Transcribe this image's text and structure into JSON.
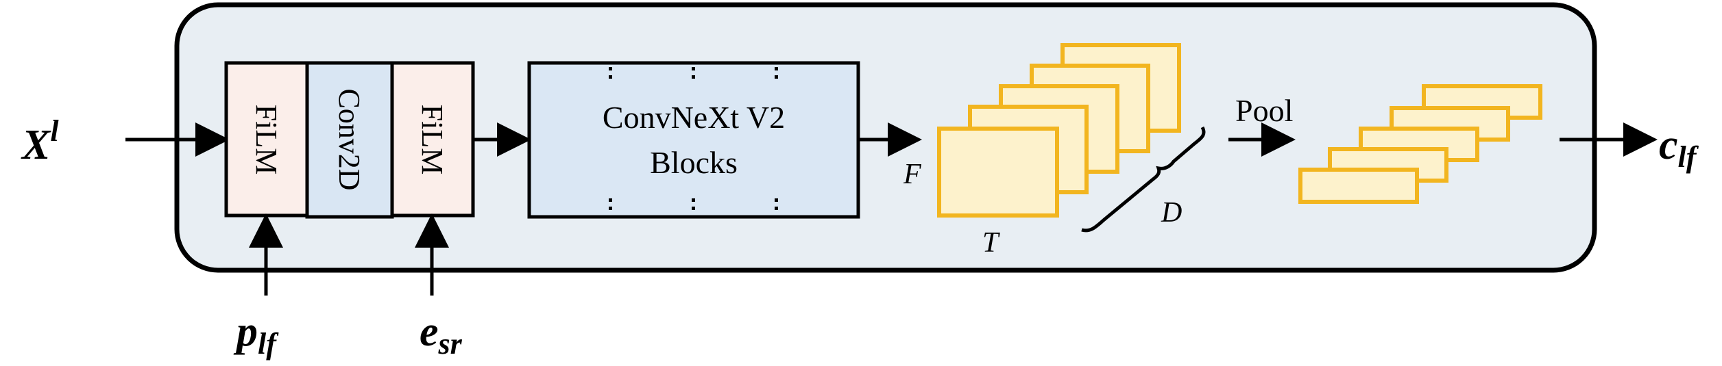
{
  "colors": {
    "outline": "#000000",
    "panel_fill": "#e8eef3",
    "film_fill": "#fbeeea",
    "conv_fill": "#d9e6f3",
    "convnext_fill": "#dae7f4",
    "feature_stroke": "#f2b51f",
    "feature_fill": "#fdf2cc"
  },
  "inputs": {
    "x_base": "X",
    "x_sup": "l",
    "p_base": "p",
    "p_sub": "lf",
    "e_base": "e",
    "e_sub": "sr"
  },
  "blocks": {
    "film1": "FiLM",
    "conv2d": "Conv2D",
    "film2": "FiLM",
    "convnext_line1": "ConvNeXt V2",
    "convnext_line2": "Blocks"
  },
  "dims": {
    "f": "F",
    "t": "T",
    "d": "D"
  },
  "pool_label": "Pool",
  "output": {
    "c_base": "c",
    "c_sub": "lf"
  }
}
